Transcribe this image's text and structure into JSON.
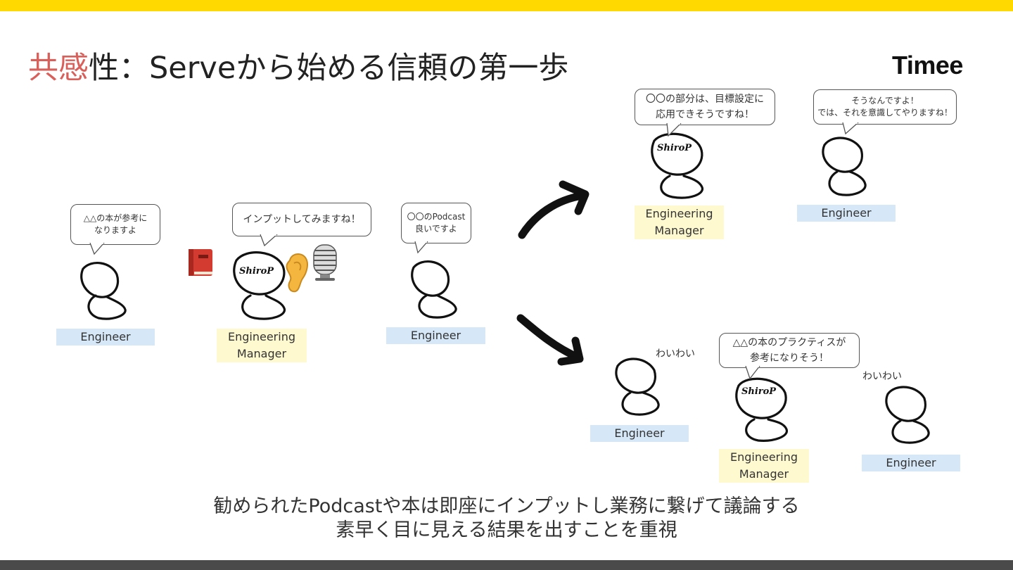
{
  "slide": {
    "title_accent": "共感",
    "title_rest": "性：Serveから始める信頼の第一歩",
    "logo": "Timee",
    "caption_line1": "勧められたPodcastや本は即座にインプットし業務に繋げて議論する",
    "caption_line2": "素早く目に見える結果を出すことを重視",
    "colors": {
      "top_bar": "#FFD900",
      "accent": "#D9605A",
      "engineer_tag": "#D6E8F8",
      "manager_tag": "#FFF9D0",
      "bottom_bar": "#4a4a4a"
    }
  },
  "left_scene": {
    "engineer1": {
      "bubble": [
        "△△の本が参考に",
        "なりますよ"
      ],
      "label": "Engineer"
    },
    "manager": {
      "bubble": [
        "インプットしてみますね！"
      ],
      "head_text": "ShiroP",
      "label": [
        "Engineering",
        "Manager"
      ]
    },
    "engineer2": {
      "bubble": [
        "〇〇のPodcast",
        "良いですよ"
      ],
      "label": "Engineer"
    },
    "icons": [
      "book-icon",
      "ear-icon",
      "microphone-icon"
    ]
  },
  "top_right_scene": {
    "manager": {
      "bubble": [
        "〇〇の部分は、目標設定に",
        "応用できそうですね！"
      ],
      "head_text": "ShiroP",
      "label": [
        "Engineering",
        "Manager"
      ]
    },
    "engineer": {
      "bubble": [
        "そうなんですよ！",
        "では、それを意識してやりますね！"
      ],
      "label": "Engineer"
    }
  },
  "bottom_right_scene": {
    "engineer1": {
      "remark": "わいわい",
      "label": "Engineer"
    },
    "manager": {
      "bubble": [
        "△△の本のプラクティスが",
        "参考になりそう！"
      ],
      "head_text": "ShiroP",
      "label": [
        "Engineering",
        "Manager"
      ]
    },
    "engineer2": {
      "remark": "わいわい",
      "label": "Engineer"
    }
  }
}
